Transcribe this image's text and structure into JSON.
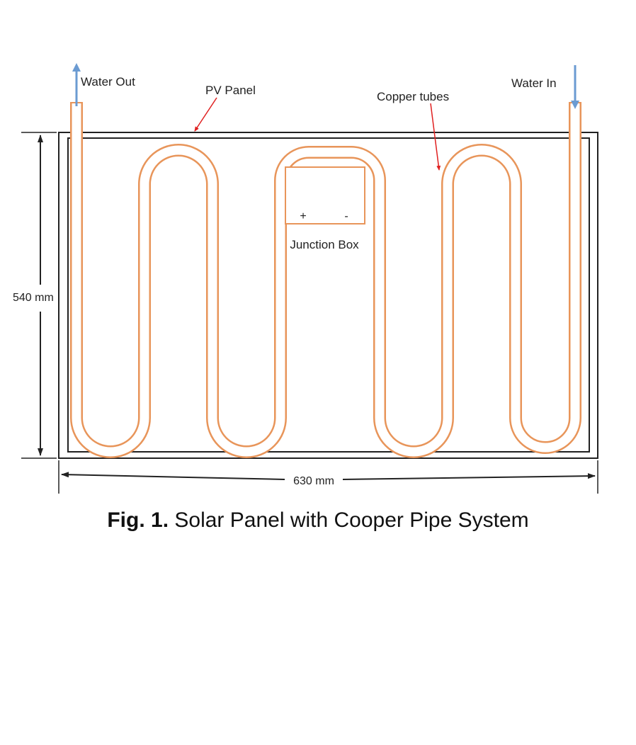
{
  "labels": {
    "water_out": "Water Out",
    "water_in": "Water In",
    "pv_panel": "PV Panel",
    "copper_tubes": "Copper tubes",
    "junction_box": "Junction Box",
    "plus": "+",
    "minus": "-",
    "height_dimension": "540 mm",
    "width_dimension": "630 mm"
  },
  "caption": {
    "prefix": "Fig. 1.",
    "text": "Solar Panel with Cooper Pipe System"
  },
  "colors": {
    "tube": "#e8955a",
    "flow_arrow": "#6b9bd2",
    "pointer_arrow": "#e02020",
    "outline": "#222222"
  }
}
